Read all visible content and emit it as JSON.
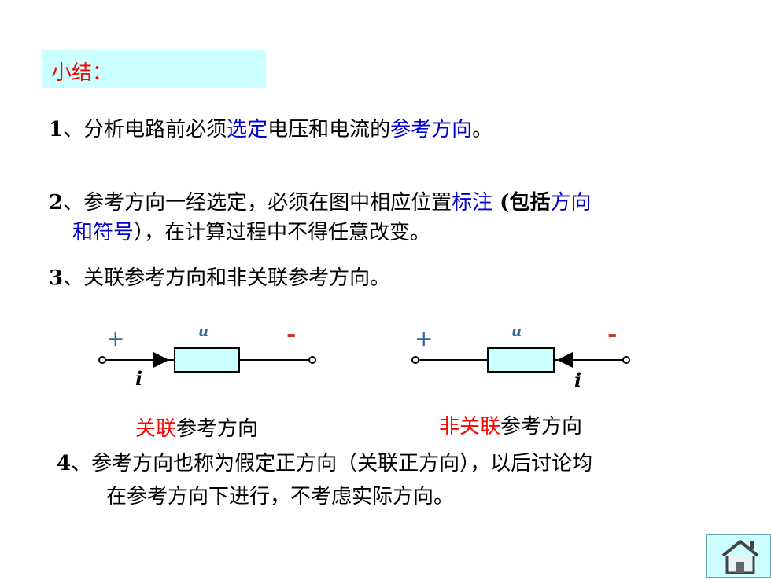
{
  "summary_title": "小结：",
  "items": [
    {
      "num": "1",
      "parts": [
        "、分析电路前必须",
        "选定",
        "电压和电流的",
        "参考方向",
        "。"
      ]
    },
    {
      "num": "2",
      "line1": [
        "、参考方向一经选定，必须在图中相应位置",
        "标注",
        " (包括",
        "方向"
      ],
      "line2": [
        "和符号",
        "），在计算过程中不得任意改变。"
      ]
    },
    {
      "num": "3",
      "text": "、关联参考方向和非关联参考方向。"
    },
    {
      "num": "4",
      "line1": "、参考方向也称为假定正方向（关联正方向），以后讨论均",
      "line2": "在参考方向下进行，不考虑实际方向。"
    }
  ],
  "diagrams": [
    {
      "plus": "+",
      "minus": "-",
      "voltage": "u",
      "current": "i",
      "caption_red": "关联",
      "caption_black": "参考方向"
    },
    {
      "plus": "+",
      "minus": "-",
      "voltage": "u",
      "current": "i",
      "caption_red": "非关联",
      "caption_black": "参考方向"
    }
  ],
  "colors": {
    "title_bg": "#ccffff",
    "highlight_blue": "#0000cc",
    "highlight_red": "#ff0000",
    "resistor_fill": "#ccffff"
  },
  "icons": {
    "home": "home-icon"
  }
}
